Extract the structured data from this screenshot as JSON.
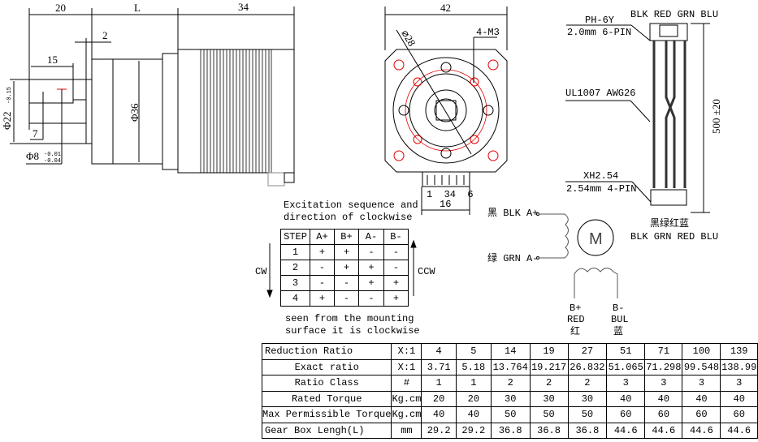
{
  "side_view": {
    "dim_front": "20",
    "dim_gearbox": "L",
    "dim_motor": "34",
    "dim_flange": "2",
    "dim_shaft": "15",
    "dim_flat": "7",
    "dim_body_dia": "Φ36",
    "dim_boss_dia": "Φ22",
    "dim_boss_tol": "-0.15",
    "dim_shaft_dia": "Φ8",
    "dim_shaft_tol_upper": "-0.01",
    "dim_shaft_tol_lower": "-0.04"
  },
  "front_view": {
    "dim_width": "42",
    "dim_pcd": "⌀28",
    "dim_holes": "4-M3",
    "pins": "1  34  6",
    "dim_connector": "16"
  },
  "cable": {
    "top_colors": "BLK RED GRN BLU",
    "top_connector": "PH-6Y",
    "top_connector_spec": "2.0mm 6-PIN",
    "wire_spec": "UL1007 AWG26",
    "bottom_connector": "XH2.54",
    "bottom_connector_spec": "2.54mm 4-PIN",
    "length": "500 ±20",
    "bottom_colors_cn": "黑绿红蓝",
    "bottom_colors": "BLK GRN RED BLU"
  },
  "excitation": {
    "title_line1": "Excitation sequence and",
    "title_line2": "direction of clockwise",
    "headers": [
      "STEP",
      "A+",
      "B+",
      "A-",
      "B-"
    ],
    "rows": [
      [
        "1",
        "+",
        "+",
        "-",
        "-"
      ],
      [
        "2",
        "-",
        "+",
        "+",
        "-"
      ],
      [
        "3",
        "-",
        "-",
        "+",
        "+"
      ],
      [
        "4",
        "+",
        "-",
        "-",
        "+"
      ]
    ],
    "cw_label": "CW",
    "ccw_label": "CCW",
    "note_line1": "seen from the mounting",
    "note_line2": "surface it is clockwise"
  },
  "wiring": {
    "a_plus": "黑 BLK A+",
    "a_minus": "绿 GRN A-",
    "motor": "M",
    "b_plus": "B+",
    "b_plus_color": "RED",
    "b_plus_cn": "红",
    "b_minus": "B-",
    "b_minus_color": "BUL",
    "b_minus_cn": "蓝"
  },
  "spec_table": {
    "rows": [
      {
        "label": "Reduction Ratio",
        "unit": "X:1",
        "values": [
          "4",
          "5",
          "14",
          "19",
          "27",
          "51",
          "71",
          "100",
          "139"
        ],
        "align": "left"
      },
      {
        "label": "Exact ratio",
        "unit": "X:1",
        "values": [
          "3.71",
          "5.18",
          "13.764",
          "19.217",
          "26.832",
          "51.065",
          "71.298",
          "99.548",
          "138.99"
        ]
      },
      {
        "label": "Ratio Class",
        "unit": "#",
        "values": [
          "1",
          "1",
          "2",
          "2",
          "2",
          "3",
          "3",
          "3",
          "3"
        ]
      },
      {
        "label": "Rated Torque",
        "unit": "Kg.cm",
        "values": [
          "20",
          "20",
          "30",
          "30",
          "30",
          "40",
          "40",
          "40",
          "40"
        ]
      },
      {
        "label": "Max Permissible Torque",
        "unit": "Kg.cm",
        "values": [
          "40",
          "40",
          "50",
          "50",
          "50",
          "60",
          "60",
          "60",
          "60"
        ]
      },
      {
        "label": "Gear Box Lengh(L)",
        "unit": "mm",
        "values": [
          "29.2",
          "29.2",
          "36.8",
          "36.8",
          "36.8",
          "44.6",
          "44.6",
          "44.6",
          "44.6"
        ],
        "align": "left"
      }
    ]
  },
  "colors": {
    "accent_red": "#e00000",
    "line": "#000000"
  }
}
